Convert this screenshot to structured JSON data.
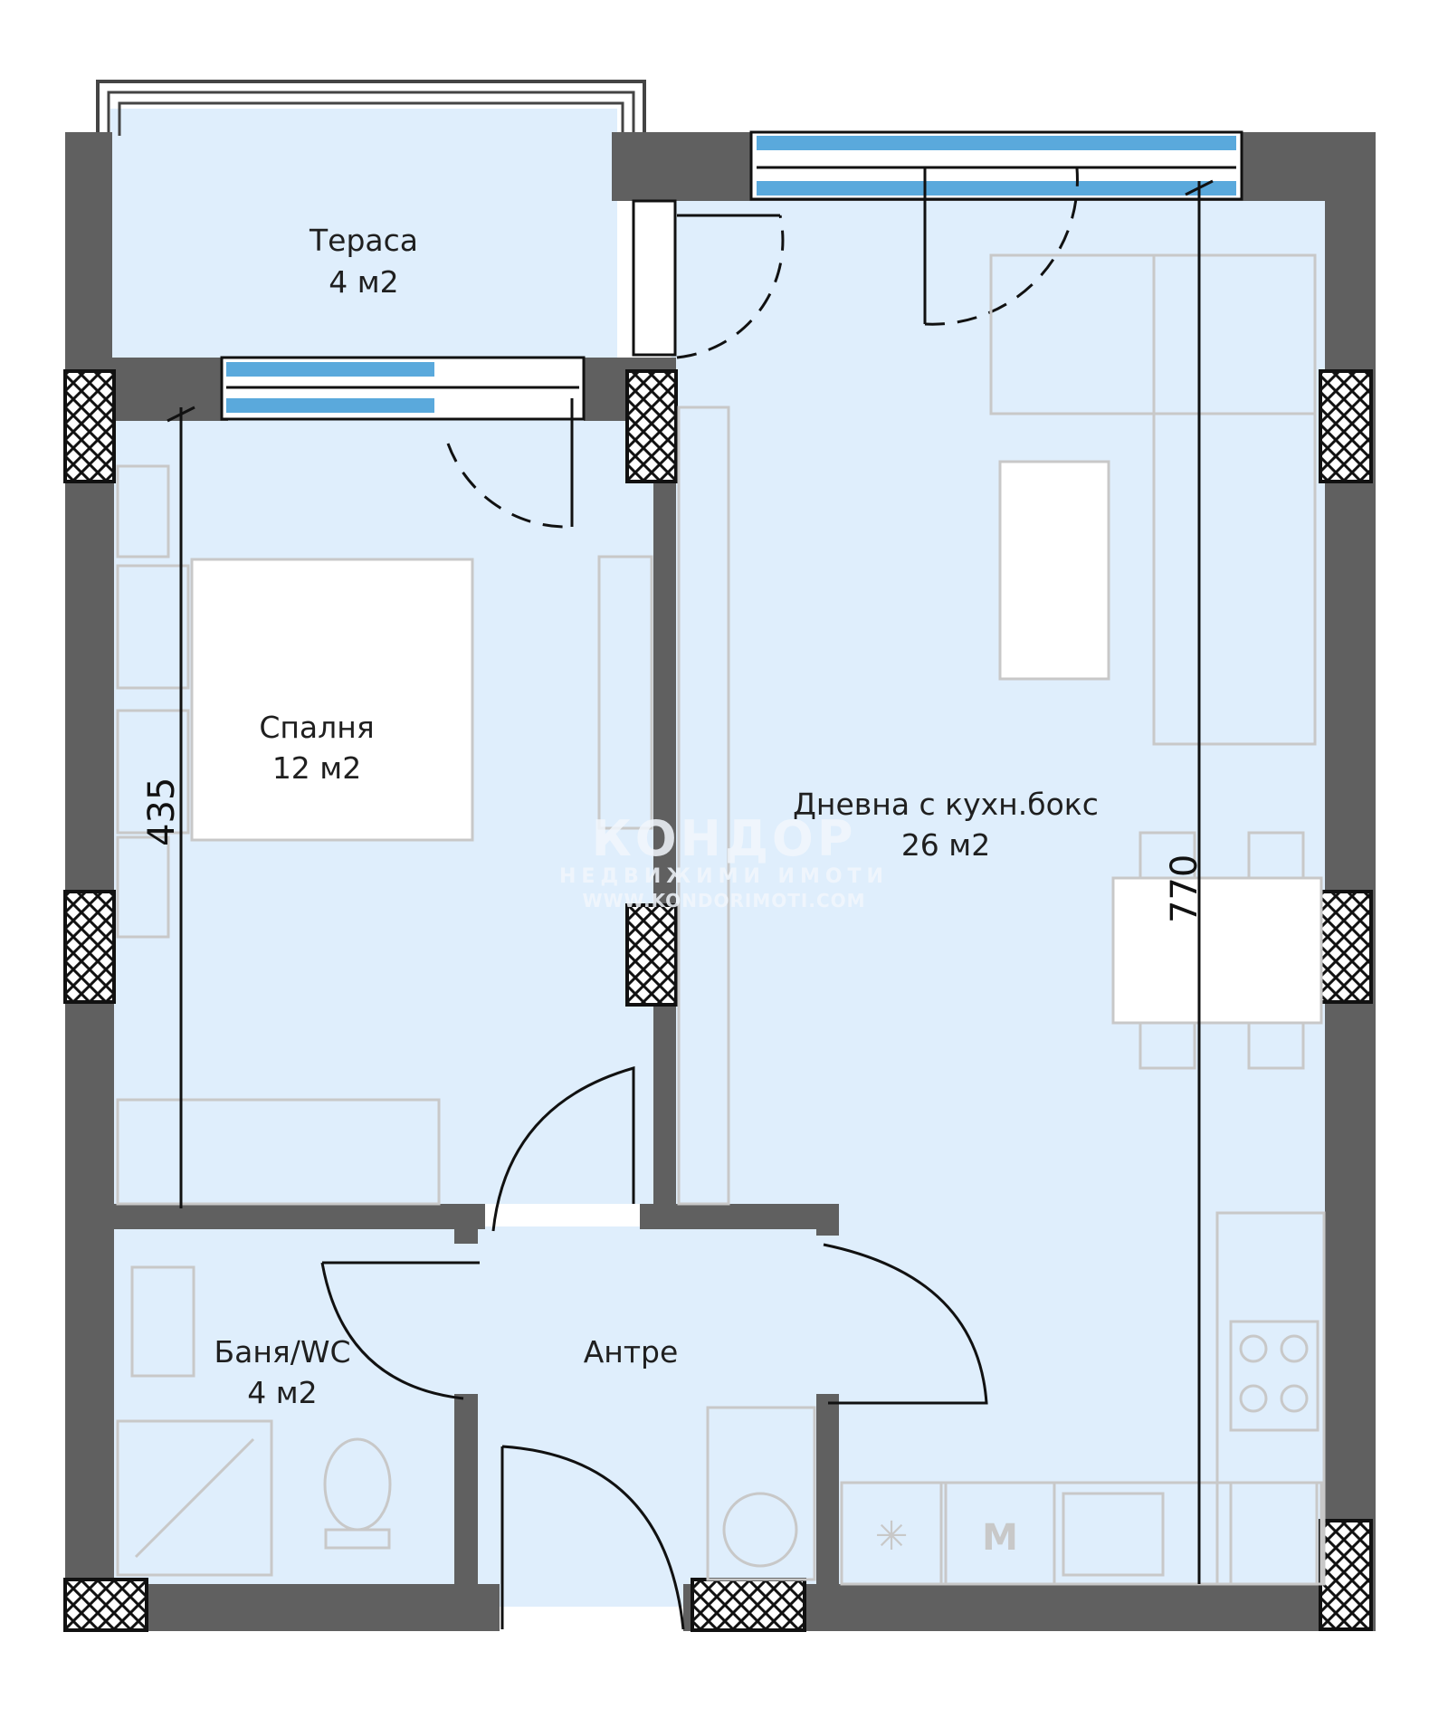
{
  "rooms": {
    "terrace": {
      "name": "Тераса",
      "area": "4 м2"
    },
    "bedroom": {
      "name": "Спалня",
      "area": "12 м2"
    },
    "living": {
      "name": "Дневна с кухн.бокс",
      "area": "26 м2"
    },
    "bath": {
      "name": "Баня/WC",
      "area": "4 м2"
    },
    "hall": {
      "name": "Антре"
    }
  },
  "dimensions": {
    "bedroom_depth": "435",
    "living_depth": "770"
  },
  "watermark": {
    "brand": "КОНДОР",
    "subtitle": "НЕДВИЖИМИ ИМОТИ",
    "url": "WWW.KONDORIMOTI.COM"
  },
  "appliances": {
    "microwave_label": "M"
  },
  "colors": {
    "floor": "#dfeefc",
    "wall": "#606060",
    "window": "#5aa9dc",
    "furniture": "#c8c8c8",
    "column_hatch": "#111111"
  }
}
